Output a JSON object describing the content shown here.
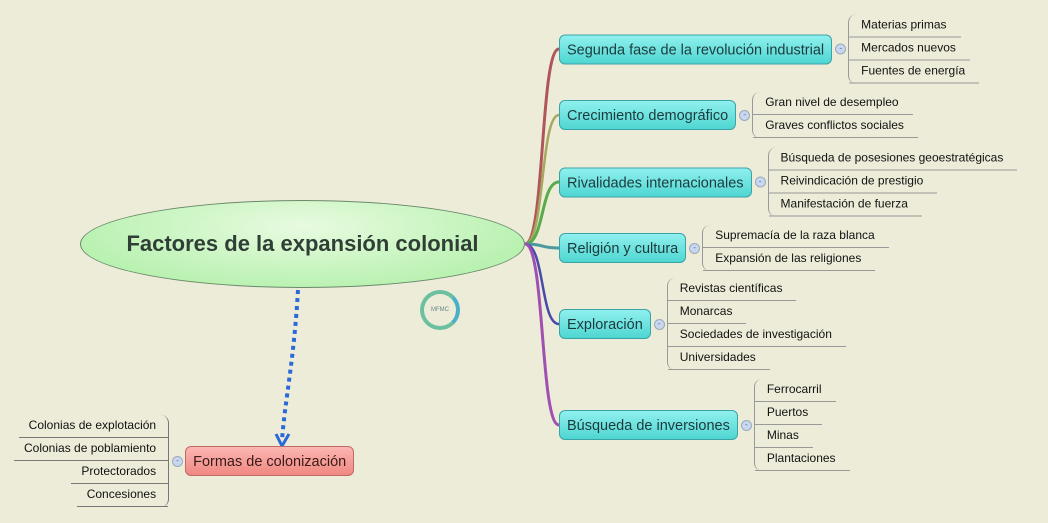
{
  "center": "Factores de la expansión colonial",
  "logo": "MFMC",
  "branches": [
    {
      "label": "Segunda fase de la revolución industrial",
      "children": [
        "Materias primas",
        "Mercados nuevos",
        "Fuentes de energía"
      ],
      "color": "#b0565a"
    },
    {
      "label": "Crecimiento demográfico",
      "children": [
        "Gran nivel de desempleo",
        "Graves conflictos sociales"
      ],
      "color": "#a6a860"
    },
    {
      "label": "Rivalidades internacionales",
      "children": [
        "Búsqueda de posesiones geoestratégicas",
        "Reivindicación de prestigio",
        "Manifestación de fuerza"
      ],
      "color": "#5aab4a"
    },
    {
      "label": "Religión y cultura",
      "children": [
        "Supremacía de la raza blanca",
        "Expansión de las religiones"
      ],
      "color": "#4a9aa0"
    },
    {
      "label": "Exploración",
      "children": [
        "Revistas científicas",
        "Monarcas",
        "Sociedades  de investigación",
        "Universidades"
      ],
      "color": "#4a4aaa"
    },
    {
      "label": "Búsqueda de inversiones",
      "children": [
        "Ferrocarril",
        "Puertos",
        "Minas",
        "Plantaciones"
      ],
      "color": "#a050b0"
    }
  ],
  "formas": {
    "label": "Formas de colonización",
    "children": [
      "Colonias de explotación",
      "Colonias de poblamiento",
      "Protectorados",
      "Concesiones"
    ]
  },
  "colors": {
    "background": "#edecd9",
    "branch": "#5fdcd8",
    "formas": "#f4a09c",
    "arrow": "#2a6ad8"
  }
}
